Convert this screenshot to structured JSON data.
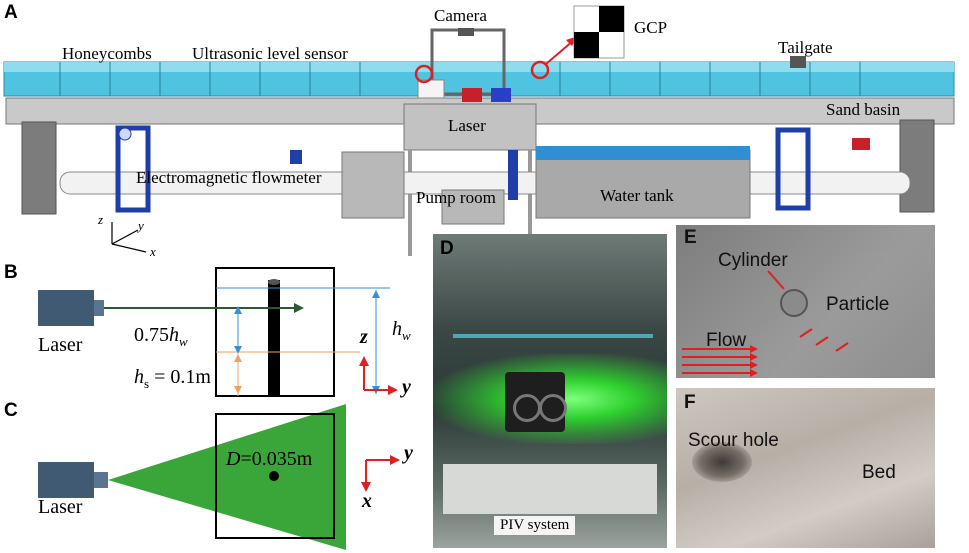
{
  "panels": {
    "a": "A",
    "b": "B",
    "c": "C",
    "d": "D",
    "e": "E",
    "f": "F"
  },
  "panel_a": {
    "honeycombs": "Honeycombs",
    "ultrasonic": "Ultrasonic level sensor",
    "camera": "Camera",
    "gcp": "GCP",
    "tailgate": "Tailgate",
    "sand_basin": "Sand basin",
    "laser": "Laser",
    "flowmeter": "Electromagnetic flowmeter",
    "pump_room": "Pump room",
    "water_tank": "Water tank",
    "axis_z": "z",
    "axis_y": "y",
    "axis_x": "x"
  },
  "panel_b": {
    "laser": "Laser",
    "depth_ratio": "0.75",
    "h_sym": "h",
    "w_sub": "w",
    "s_sub": "s",
    "hs_value": " = 0.1m",
    "axis_z": "z",
    "axis_y": "y"
  },
  "panel_c": {
    "laser": "Laser",
    "d_sym": "D",
    "d_value": "=0.035m",
    "axis_y": "y",
    "axis_x": "x"
  },
  "panel_d": {
    "label": "PIV system"
  },
  "panel_e": {
    "cylinder": "Cylinder",
    "particle": "Particle",
    "flow": "Flow"
  },
  "panel_f": {
    "scour_hole": "Scour hole",
    "bed": "Bed"
  },
  "colors": {
    "water": "#4fc3e0",
    "laser_green": "#3aa63a",
    "blue_frame": "#1f3fa8",
    "red": "#e02020",
    "blue_line": "#3a8fd8",
    "orange_line": "#f0a060"
  }
}
